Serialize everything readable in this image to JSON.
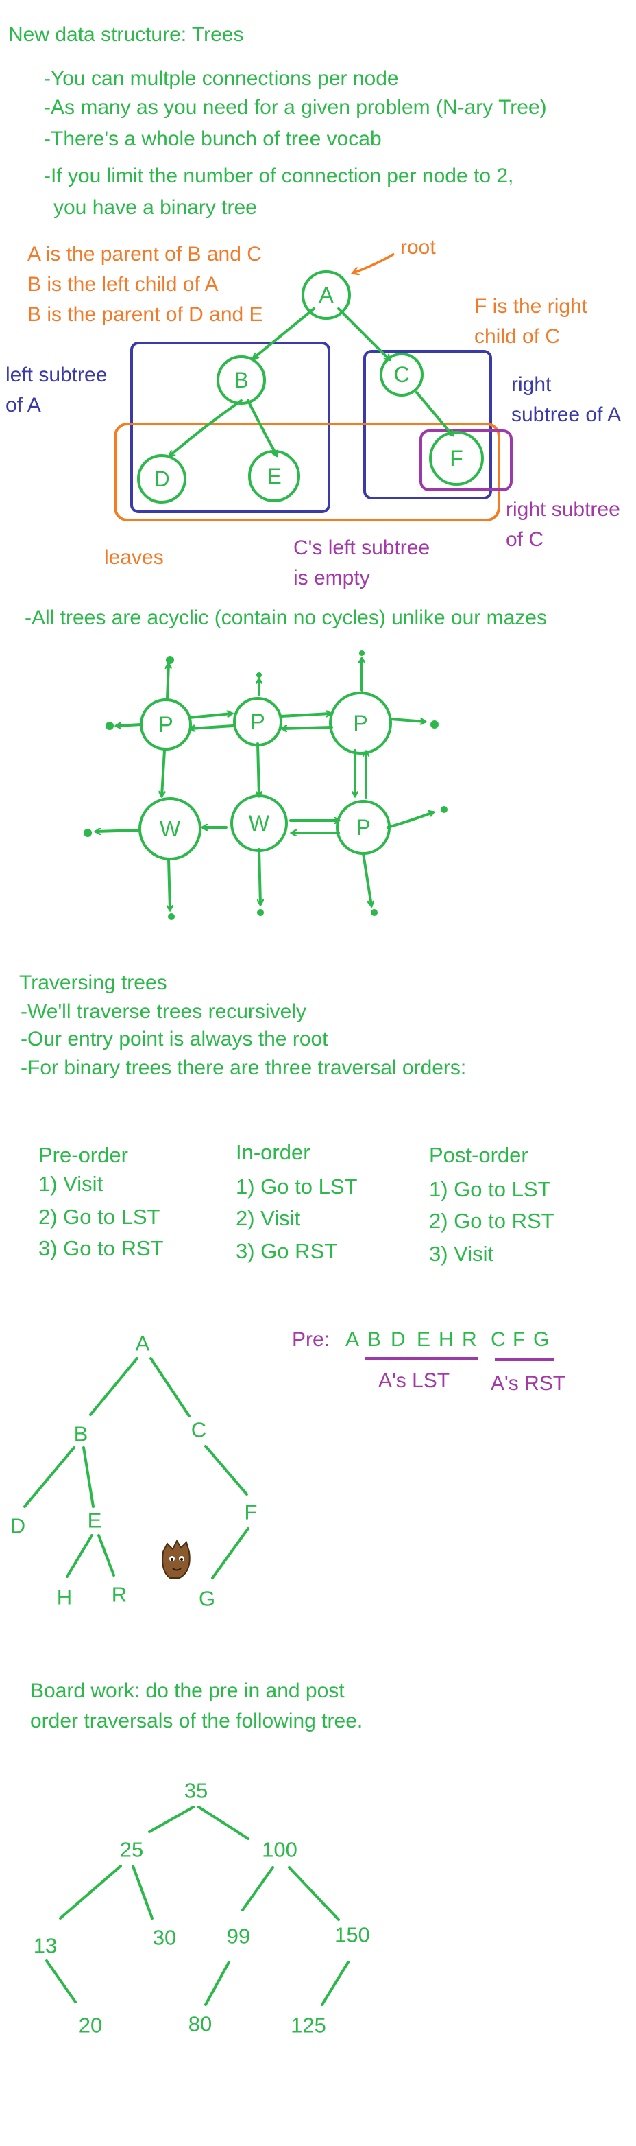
{
  "title": "New data structure: Trees",
  "intro_bullets": [
    "-You can multple connections per node",
    "-As many as you need for a given problem (N-ary Tree)",
    "-There's a whole bunch of tree vocab",
    "-If you limit the number of connection per node to 2,",
    "you have a binary tree"
  ],
  "tree1": {
    "nodes": [
      "A",
      "B",
      "C",
      "D",
      "E",
      "F"
    ],
    "root_label": "root",
    "parent_notes": [
      "A is the parent of B and C",
      "B is the left child of A",
      "B is the parent of D and E"
    ],
    "f_note": [
      "F is the right",
      "child of C"
    ],
    "left_subtree": [
      "left subtree",
      "of A"
    ],
    "right_subtree": [
      "right",
      "subtree of A"
    ],
    "right_subtree_c": [
      "right subtree",
      "of C"
    ],
    "leaves": "leaves",
    "c_left_empty": [
      "C's left subtree",
      "is empty"
    ]
  },
  "acyclic_text": "-All trees are acyclic (contain no cycles)  unlike our mazes",
  "maze_nodes": [
    "P",
    "P",
    "P",
    "W",
    "W",
    "P"
  ],
  "traversal": {
    "heading": "Traversing trees",
    "lines": [
      "-We'll traverse trees recursively",
      "-Our entry point is always the root",
      "-For binary trees there are three traversal orders:"
    ],
    "preorder": {
      "title": "Pre-order",
      "steps": [
        "1) Visit",
        "2) Go to LST",
        "3) Go to RST"
      ]
    },
    "inorder": {
      "title": "In-order",
      "steps": [
        "1) Go to LST",
        "2) Visit",
        "3) Go RST"
      ]
    },
    "postorder": {
      "title": "Post-order",
      "steps": [
        "1) Go to LST",
        "2) Go to RST",
        "3) Visit"
      ]
    }
  },
  "tree2": {
    "nodes": [
      "A",
      "B",
      "C",
      "D",
      "E",
      "F",
      "H",
      "R",
      "G"
    ],
    "pre_label": "Pre:",
    "pre_lst": [
      "A",
      "B",
      "D",
      "E",
      "H",
      "R"
    ],
    "pre_rst": [
      "C",
      "F",
      "G"
    ],
    "lst_caption": "A's LST",
    "rst_caption": "A's RST"
  },
  "board": {
    "lines": [
      "Board work: do the pre in and post",
      "order traversals of the following tree."
    ],
    "nodes": [
      "35",
      "25",
      "100",
      "13",
      "30",
      "99",
      "150",
      "20",
      "80",
      "125"
    ]
  },
  "colors": {
    "green": "#2db84b",
    "orange": "#f07b2a",
    "blue": "#3a3aa8",
    "purple": "#a33aa8"
  }
}
